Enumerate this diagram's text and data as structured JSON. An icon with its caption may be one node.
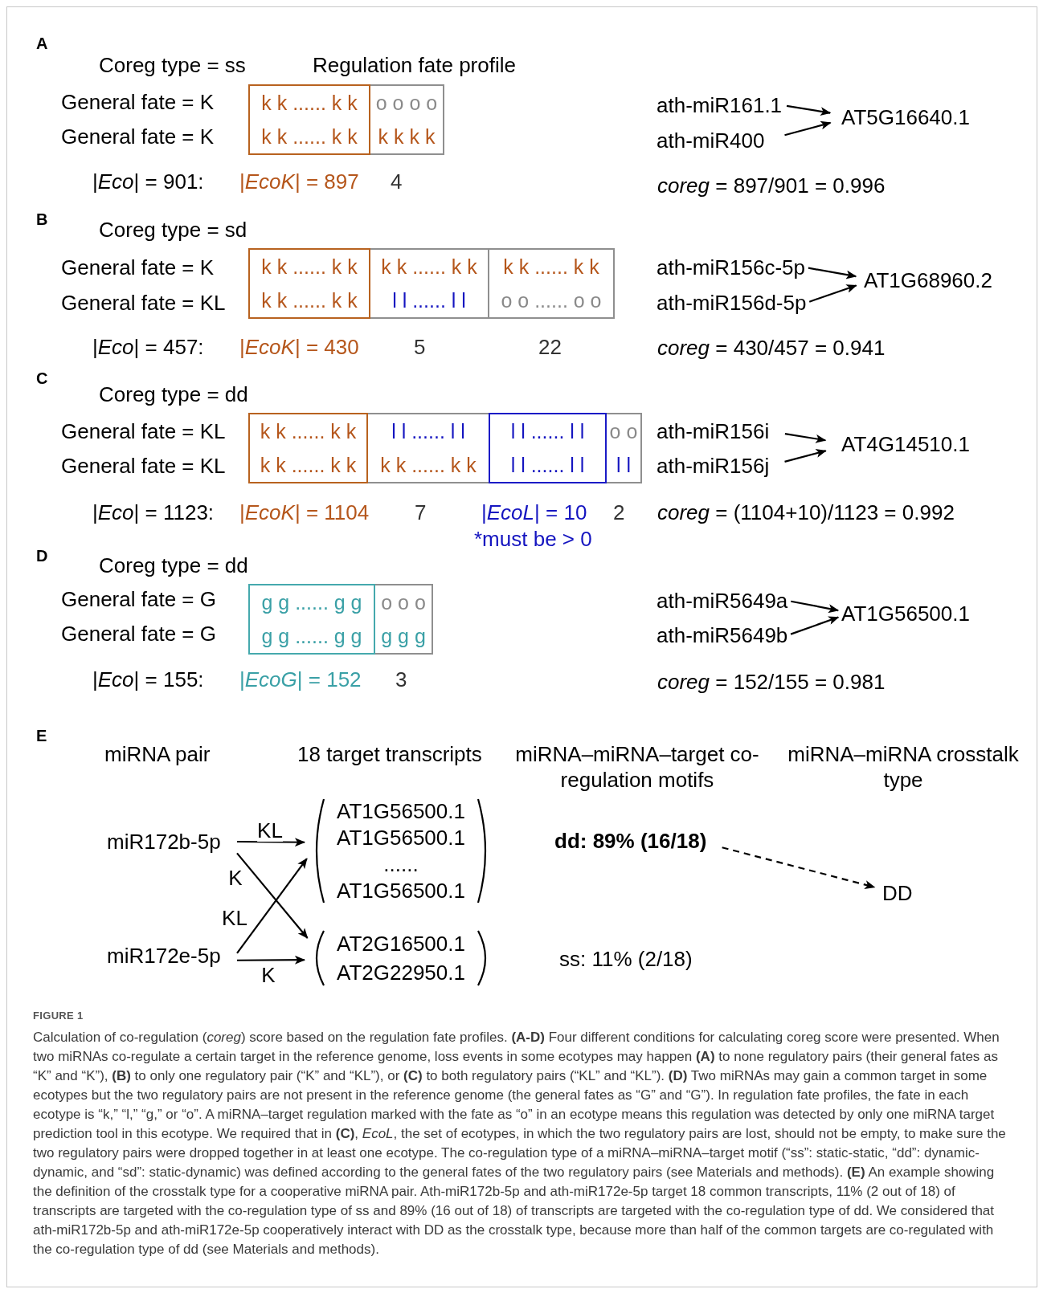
{
  "diagram": {
    "caption": "Calculation of co-regulation (*coreg*) score based on the regulation fate profiles. **(A-D)** Four different conditions for calculating coreg score were presented. When two miRNAs co-regulate a certain target in the reference genome, loss events in some ecotypes may happen **(A)** to none regulatory pairs (their general fates as “K” and “K”), **(B)** to only one regulatory pair (“K” and “KL”), or **(C)** to both regulatory pairs (“KL” and “KL”). **(D)** Two miRNAs may gain a common target in some ecotypes but the two regulatory pairs are not present in the reference genome (the general fates as “G” and “G”). In regulation fate profiles, the fate in each ecotype is “k,” “l,” “g,” or “o”. A miRNA–target regulation marked with the fate as “o” in an ecotype means this regulation was detected by only one miRNA target prediction tool in this ecotype. We required that in **(C)**, *EcoL*, the set of ecotypes, in which the two regulatory pairs are lost, should not be empty, to make sure the two regulatory pairs were dropped together in at least one ecotype. The co-regulation type of a miRNA–miRNA–target motif (“ss”: static-static, “dd”: dynamic-dynamic, and “sd”: static-dynamic) was defined according to the general fates of the two regulatory pairs (see Materials and methods). **(E)** An example showing the definition of the crosstalk type for a cooperative miRNA pair. Ath-miR172b-5p and ath-miR172e-5p target 18 common transcripts, 11% (2 out of 18) of transcripts are targeted with the co-regulation type of ss and 89% (16 out of 18) of transcripts are targeted with the co-regulation type of dd. We considered that ath-miR172b-5p and ath-miR172e-5p cooperatively interact with DD as the crosstalk type, because more than half of the common targets are co-regulated with the co-regulation type of dd (see Materials and methods).",
    "nodes": [
      {
        "text": [
          "k k ...... k k",
          "k k ...... k k"
        ]
      },
      {
        "text": [
          "o o o o",
          "k k k k"
        ]
      },
      {
        "text": [
          "ath-miR161.1"
        ]
      },
      {
        "text": [
          "ath-miR400"
        ]
      },
      {
        "text": [
          "AT5G16640.1"
        ]
      },
      {
        "text": [
          "k k ...... k k",
          "k k ...... k k"
        ]
      },
      {
        "text": [
          "k k ...... k k",
          "l l ...... l l"
        ]
      },
      {
        "text": [
          "k k ...... k k",
          "o o ...... o o"
        ]
      },
      {
        "text": [
          "ath-miR156c-5p"
        ]
      },
      {
        "text": [
          "ath-miR156d-5p"
        ]
      },
      {
        "text": [
          "AT1G68960.2"
        ]
      },
      {
        "text": [
          "k k ...... k k",
          "k k ...... k k"
        ]
      },
      {
        "text": [
          "l l ...... l l",
          "k k ...... k k"
        ]
      },
      {
        "text": [
          "l l ...... l l",
          "l l ...... l l"
        ]
      },
      {
        "text": [
          "o o",
          "l l"
        ]
      },
      {
        "text": [
          "ath-miR156i"
        ]
      },
      {
        "text": [
          "ath-miR156j"
        ]
      },
      {
        "text": [
          "AT4G14510.1"
        ]
      },
      {
        "text": [
          "g g ...... g g",
          "g g ...... g g"
        ]
      },
      {
        "text": [
          "o o o",
          "g g g"
        ]
      },
      {
        "text": [
          "ath-miR5649a"
        ]
      },
      {
        "text": [
          "ath-miR5649b"
        ]
      },
      {
        "text": [
          "AT1G56500.1"
        ]
      },
      {
        "text": [
          "miR172b-5p"
        ]
      },
      {
        "text": [
          "miR172e-5p"
        ]
      },
      {
        "text": [
          "AT1G56500.1",
          "AT1G56500.1",
          "......",
          "AT1G56500.1"
        ]
      },
      {
        "text": [
          "AT2G16500.1",
          "AT2G22950.1"
        ]
      },
      {
        "text": [
          "dd: 89% (16/18)"
        ]
      },
      {
        "text": [
          "ss: 11% (2/18)"
        ]
      },
      {
        "text": [
          "DD"
        ]
      }
    ],
    "edges": [
      {
        "from": 2,
        "to": 4,
        "arrow": "to"
      },
      {
        "from": 3,
        "to": 4,
        "arrow": "to"
      },
      {
        "from": 8,
        "to": 10,
        "arrow": "to"
      },
      {
        "from": 9,
        "to": 10,
        "arrow": "to"
      },
      {
        "from": 15,
        "to": 17,
        "arrow": "to"
      },
      {
        "from": 16,
        "to": 17,
        "arrow": "to"
      },
      {
        "from": 20,
        "to": 22,
        "arrow": "to"
      },
      {
        "from": 21,
        "to": 22,
        "arrow": "to"
      },
      {
        "from": 23,
        "to": 25,
        "arrow": "to",
        "label": "KL"
      },
      {
        "from": 23,
        "to": 26,
        "arrow": "to",
        "label": "K"
      },
      {
        "from": 24,
        "to": 25,
        "arrow": "to",
        "label": "KL"
      },
      {
        "from": 24,
        "to": 26,
        "arrow": "to",
        "label": "K"
      },
      {
        "from": 27,
        "to": 29,
        "arrow": "to",
        "style": "dashed"
      }
    ],
    "labels": [
      "A",
      "Coreg type = ss",
      "Regulation fate profile",
      "General fate = K",
      "General fate = K",
      "|*Eco*| = 901:",
      "|*EcoK*| = 897",
      "4",
      "*coreg* = 897/901 = 0.996",
      "B",
      "Coreg type = sd",
      "General fate = K",
      "General fate = KL",
      "|*Eco*| = 457:",
      "|*EcoK*| = 430",
      "5",
      "22",
      "*coreg* = 430/457 = 0.941",
      "C",
      "Coreg type = dd",
      "General fate = KL",
      "General fate = KL",
      "|*Eco*| = 1123:",
      "|*EcoK*| = 1104",
      "7",
      "|*EcoL*| = 10",
      "2",
      "*coreg* = (1104+10)/1123 = 0.992",
      "*must be > 0",
      "D",
      "Coreg type = dd",
      "General fate = G",
      "General fate = G",
      "|*Eco*| = 155:",
      "|*EcoG*| = 152",
      "3",
      "*coreg* = 152/155 = 0.981",
      "E",
      "miRNA pair",
      "18 target transcripts",
      "miRNA–miRNA–target co-regulation motifs",
      "miRNA–miRNA crosstalk type",
      "FIGURE 1"
    ]
  }
}
